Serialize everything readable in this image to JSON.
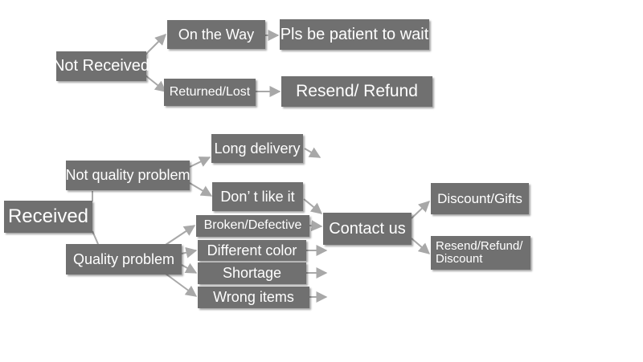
{
  "colors": {
    "box": "#707070",
    "text": "#ffffff",
    "connector": "#a8a8a8"
  },
  "nodes": {
    "not_received": "Not Received",
    "on_the_way": "On the Way",
    "pls_wait": "Pls be patient to wait",
    "returned_lost": "Returned/Lost",
    "resend_refund": "Resend/ Refund",
    "long_delivery": "Long delivery",
    "not_quality_problem": "Not quality problem",
    "dont_like": "Don’ t like it",
    "received": "Received",
    "broken_defective": "Broken/Defective",
    "contact_us": "Contact us",
    "discount_gifts": "Discount/Gifts",
    "different_color": "Different color",
    "quality_problem": "Quality problem",
    "resend_refund_discount": "Resend/Refund/ Discount",
    "shortage": "Shortage",
    "wrong_items": "Wrong items"
  }
}
